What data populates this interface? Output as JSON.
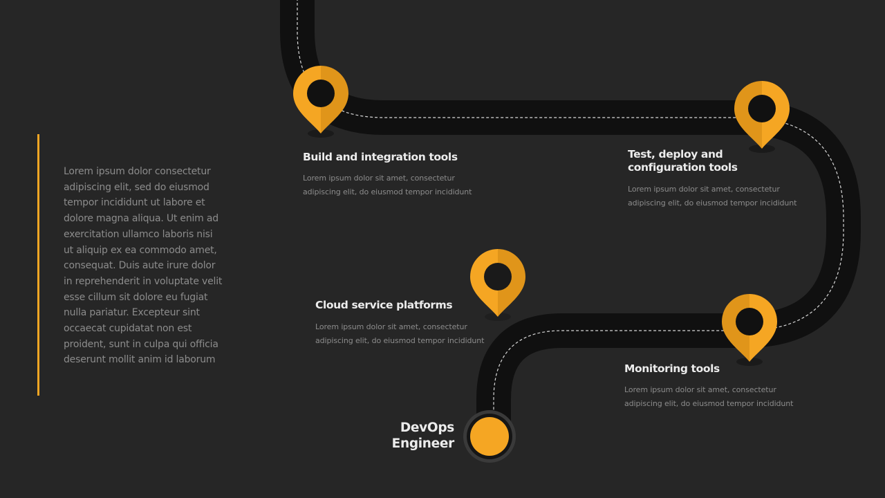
{
  "intro": {
    "text": "Lorem ipsum dolor consectetur adipiscing elit, sed do eiusmod tempor incididunt ut labore et dolore magna aliqua. Ut enim ad exercitation ullamco laboris nisi ut aliquip ex ea commodo amet, consequat. Duis aute irure dolor in reprehenderit in voluptate velit esse cillum sit  dolore eu fugiat nulla pariatur. Excepteur sint occaecat cupidatat non est proident, sunt in culpa qui officia deserunt mollit anim id laborum"
  },
  "milestones": [
    {
      "title": "Build and integration tools",
      "description": "Lorem ipsum dolor sit amet, consectetur adipiscing elit, do eiusmod tempor incididunt"
    },
    {
      "title": "Test, deploy and configuration tools",
      "description": "Lorem ipsum dolor sit amet, consectetur adipiscing elit, do eiusmod tempor incididunt"
    },
    {
      "title": "Cloud service platforms",
      "description": "Lorem ipsum dolor sit amet, consectetur adipiscing elit, do eiusmod tempor incididunt"
    },
    {
      "title": "Monitoring tools",
      "description": "Lorem ipsum dolor sit amet, consectetur adipiscing elit, do eiusmod tempor incididunt"
    }
  ],
  "goal": {
    "label": "DevOps Engineer"
  },
  "colors": {
    "background": "#262626",
    "road": "#101010",
    "accent": "#f5a623",
    "accent_dark": "#e0951a",
    "title_text": "#ececec",
    "body_text": "#8c8c8c"
  }
}
